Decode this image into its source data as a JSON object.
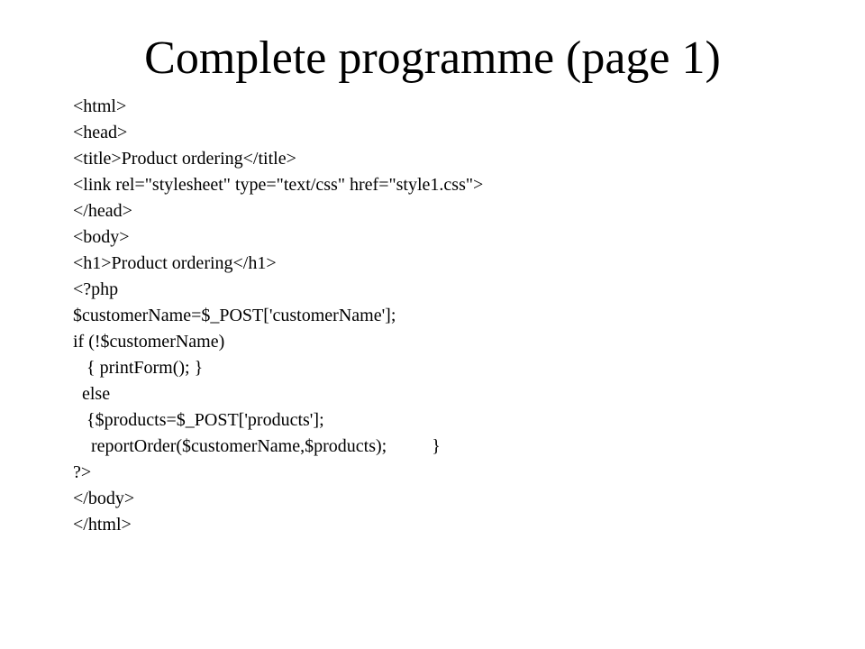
{
  "slide": {
    "title": "Complete programme (page 1)",
    "code_lines": [
      "<html>",
      "<head>",
      "<title>Product ordering</title>",
      "<link rel=\"stylesheet\" type=\"text/css\" href=\"style1.css\">",
      "</head>",
      "<body>",
      "<h1>Product ordering</h1>",
      "<?php",
      "$customerName=$_POST['customerName'];",
      "if (!$customerName)",
      "   { printForm(); }",
      "  else",
      "   {$products=$_POST['products'];",
      "    reportOrder($customerName,$products);          }",
      "?>",
      "</body>",
      "</html>"
    ]
  }
}
